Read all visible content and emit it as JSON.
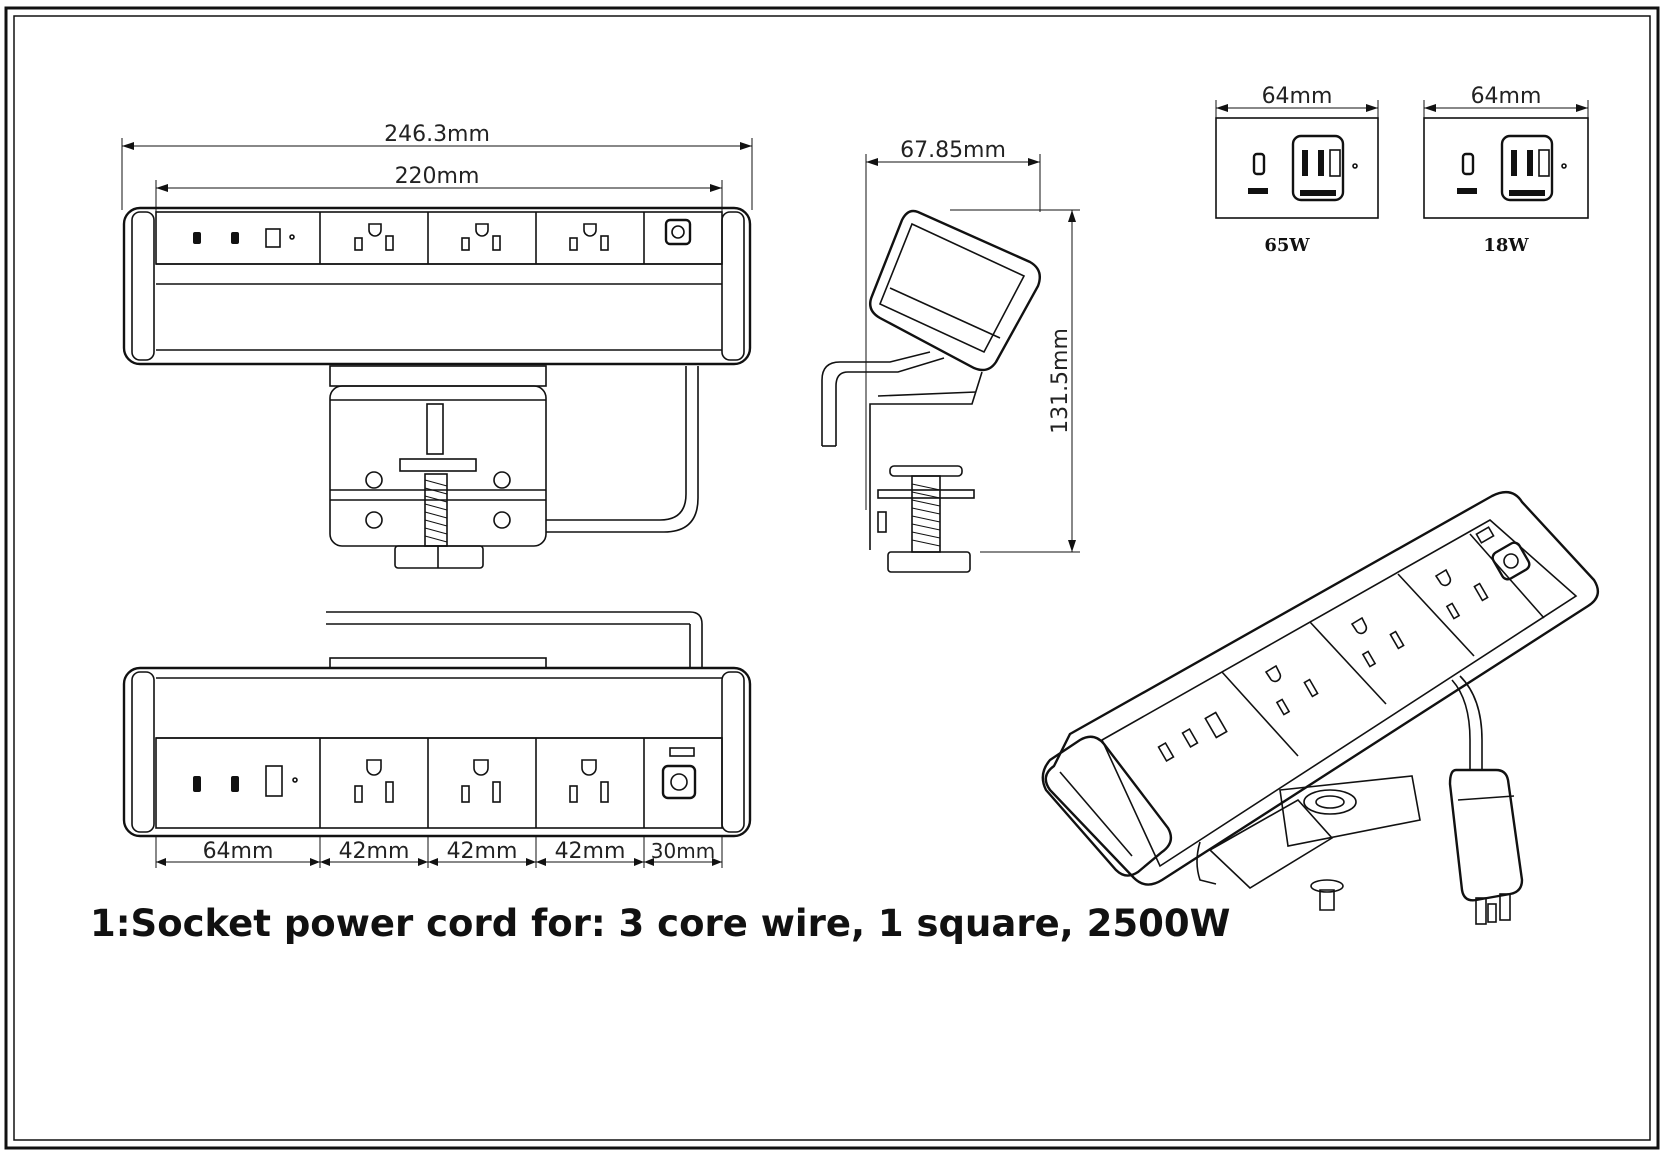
{
  "front_view": {
    "overall_width": "246.3mm",
    "inner_width": "220mm"
  },
  "side_view": {
    "depth": "67.85mm",
    "height": "131.5mm"
  },
  "usb_modules": [
    {
      "width": "64mm",
      "power": "65W"
    },
    {
      "width": "64mm",
      "power": "18W"
    }
  ],
  "segment_dimensions": [
    "64mm",
    "42mm",
    "42mm",
    "42mm",
    "30mm"
  ],
  "caption": "1:Socket power cord for: 3 core wire, 1 square, 2500W"
}
